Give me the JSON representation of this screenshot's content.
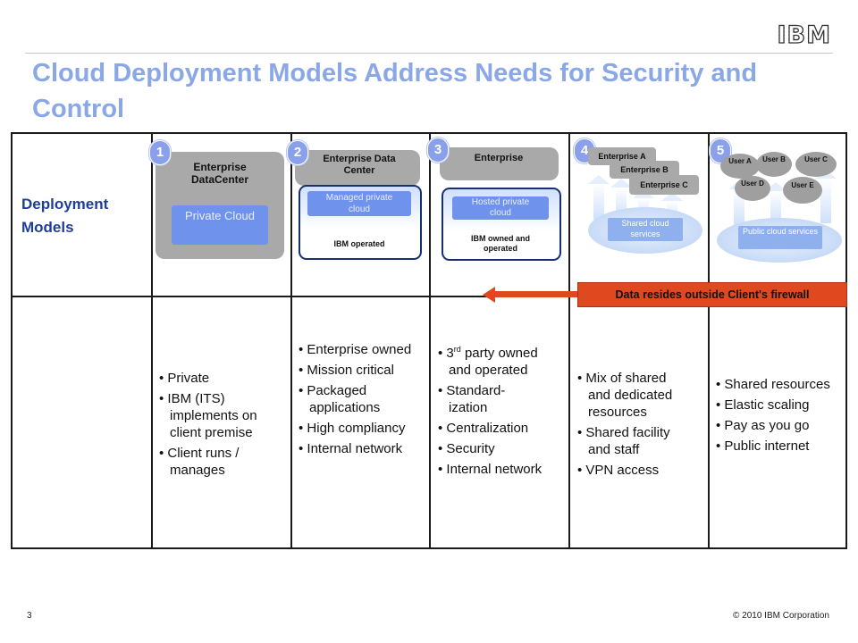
{
  "logo": "IBM",
  "title": "Cloud Deployment Models Address Needs for Security and Control",
  "row_label": "Deployment Models",
  "models": [
    {
      "number": "1",
      "header": "Enterprise DataCenter",
      "inner": "Private Cloud",
      "bullets": [
        "Private",
        "IBM (ITS) implements on client premise",
        "Client runs / manages"
      ]
    },
    {
      "number": "2",
      "header": "Enterprise Data Center",
      "inner": "Managed private cloud",
      "footer": "IBM operated",
      "bullets": [
        "Enterprise owned",
        "Mission critical",
        "Packaged applications",
        "High compliancy",
        "Internal network"
      ]
    },
    {
      "number": "3",
      "header": "Enterprise",
      "inner": "Hosted private cloud",
      "footer": "IBM owned and operated",
      "bullets": [
        "3rd party owned and operated",
        "Standard-ization",
        "Centralization",
        "Security",
        "Internal network"
      ]
    },
    {
      "number": "4",
      "enterprises": [
        "Enterprise A",
        "Enterprise B",
        "Enterprise C"
      ],
      "cloud": "Shared cloud services",
      "bullets": [
        "Mix of shared and dedicated resources",
        "Shared facility and staff",
        "VPN access"
      ]
    },
    {
      "number": "5",
      "users": [
        "User A",
        "User B",
        "User C",
        "User D",
        "User E"
      ],
      "cloud": "Public cloud services",
      "bullets": [
        "Shared resources",
        "Elastic scaling",
        "Pay as you go",
        "Public internet"
      ]
    }
  ],
  "firewall_note": "Data resides outside Client's firewall",
  "page_number": "3",
  "copyright": "© 2010 IBM Corporation",
  "colors": {
    "title": "#8aa7e6",
    "label": "#1f3e9a",
    "accent_orange": "#e0491f",
    "blue_box": "#6f93ec"
  }
}
